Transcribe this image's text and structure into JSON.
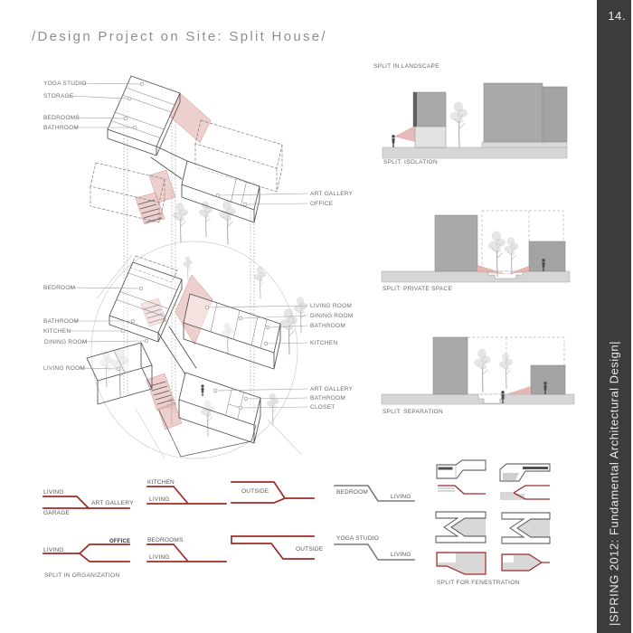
{
  "window": {
    "page_number": "14.",
    "sidebar_title": "|SPRING 2012: Fundamental Architectural Design|"
  },
  "title": "/Design Project on Site: Split House/",
  "axon": {
    "left_labels": [
      "YOGA STUDIO",
      "STORAGE",
      "BEDROOMS",
      "BATHROOM",
      "BEDROOM",
      "BATHROOM",
      "KITCHEN",
      "DINING ROOM",
      "LIVING ROOM"
    ],
    "right_labels": [
      "ART GALLERY",
      "OFFICE",
      "LIVING ROOM",
      "DINING ROOM",
      "BATHROOM",
      "KITCHEN",
      "ART GALLERY",
      "BATHROOM",
      "CLOSET"
    ]
  },
  "sections": {
    "heading": "SPLIT IN LANDSCAPE",
    "captions": [
      "SPLIT: ISOLATION",
      "SPLIT: PRIVATE SPACE",
      "SPLIT: SEPARATION"
    ]
  },
  "organization": {
    "caption": "SPLIT IN ORGANIZATION",
    "d1": {
      "top": "LIVING",
      "mid": "ART GALLERY",
      "bottom": "GARAGE"
    },
    "d2": {
      "left": "LIVING",
      "top": "OFFICE"
    },
    "d3": {
      "top": "KITCHEN",
      "bottom": "LIVING"
    },
    "d4": {
      "top": "BEDROOMS",
      "bottom": "LIVING"
    },
    "d5": {
      "label": "OUTSIDE"
    },
    "d6": {
      "label": "OUTSIDE"
    },
    "d7": {
      "left": "BEDROOM",
      "right": "LIVING"
    },
    "d8": {
      "left": "YOGA STUDIO",
      "right": "LIVING"
    }
  },
  "fenestration": {
    "caption": "SPLIT FOR FENESTRATION"
  },
  "colors": {
    "accent_red": "#9e2b25",
    "pink": "#dfa9a6",
    "building_gray": "#a9a9a9",
    "ground_gray": "#d6d6d6",
    "sidebar": "#3c3c3c"
  }
}
